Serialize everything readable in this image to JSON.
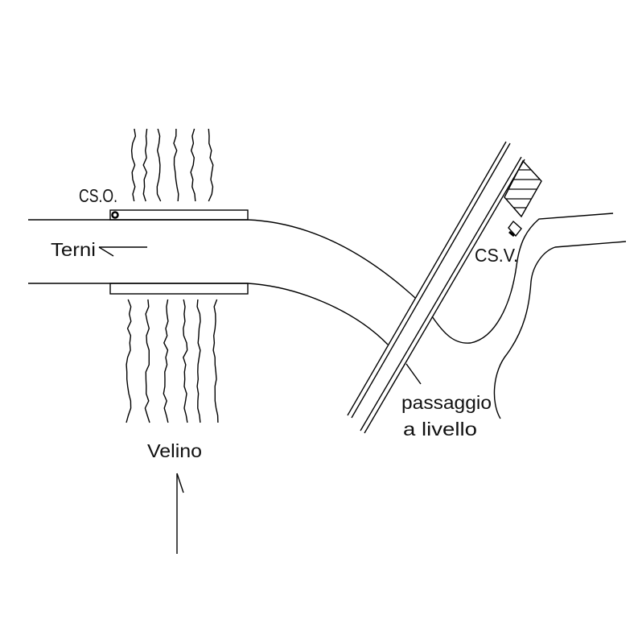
{
  "labels": {
    "cso": "CS.O.",
    "terni": "Terni",
    "csv": "CS.V.",
    "passaggio_line1": "passaggio",
    "passaggio_line2": "a livello",
    "velino": "Velino"
  },
  "colors": {
    "line": "#000000",
    "background": "#ffffff"
  }
}
